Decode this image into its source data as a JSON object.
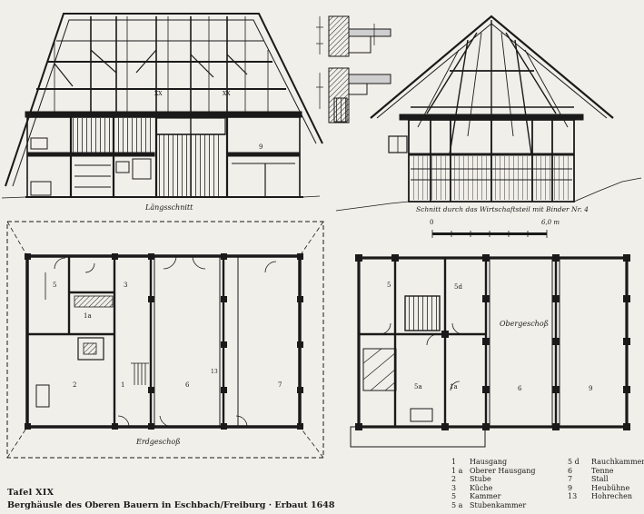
{
  "labels": {
    "laengsschnitt": "Längsschnitt",
    "schnitt": "Schnitt durch das Wirtschaftsteil mit Binder Nr. 4",
    "erdgeschoss": "Erdgeschoß",
    "obergeschoss": "Obergeschoß",
    "scale_start": "0",
    "scale_end": "6,0 m"
  },
  "title": {
    "tafel": "Tafel XIX",
    "subtitle": "Berghäusle des Oberen Bauern in Eschbach/Freiburg · Erbaut 1648"
  },
  "section_marks": {
    "binder_a": "XX",
    "binder_b": "XX",
    "room_9": "9"
  },
  "ground_rooms": {
    "r5": "5",
    "r3": "3",
    "r1a": "1a",
    "r2": "2",
    "r1": "1",
    "r6": "6",
    "r7": "7",
    "r13": "13"
  },
  "upper_rooms": {
    "r5": "5",
    "r5d": "5d",
    "r5a": "5a",
    "r1a": "1a",
    "r6": "6",
    "r9": "9"
  },
  "legend_left": [
    {
      "num": "1",
      "name": "Hausgang"
    },
    {
      "num": "1 a",
      "name": "Oberer Hausgang"
    },
    {
      "num": "2",
      "name": "Stube"
    },
    {
      "num": "3",
      "name": "Küche"
    },
    {
      "num": "5",
      "name": "Kammer"
    },
    {
      "num": "5 a",
      "name": "Stubenkammer"
    }
  ],
  "legend_right": [
    {
      "num": "5 d",
      "name": "Rauchkammer"
    },
    {
      "num": "6",
      "name": "Tenne"
    },
    {
      "num": "7",
      "name": "Stall"
    },
    {
      "num": "9",
      "name": "Heubühne"
    },
    {
      "num": "13",
      "name": "Hohrechen"
    }
  ]
}
